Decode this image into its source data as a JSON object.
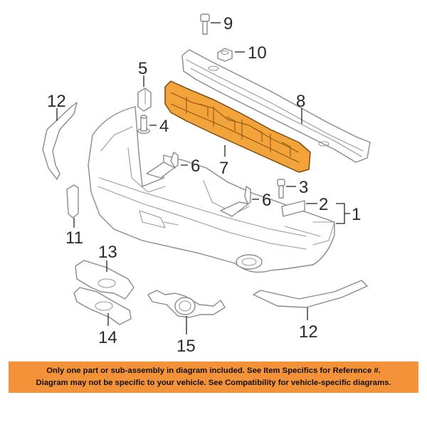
{
  "diagram": {
    "callouts": {
      "c1": "1",
      "c2": "2",
      "c3": "3",
      "c4": "4",
      "c5": "5",
      "c6a": "6",
      "c6b": "6",
      "c7": "7",
      "c8": "8",
      "c9": "9",
      "c10": "10",
      "c11": "11",
      "c12a": "12",
      "c12b": "12",
      "c13": "13",
      "c14": "14",
      "c15": "15"
    },
    "highlight_color": "#F2A33A",
    "highlighted_part": "7"
  },
  "notice": {
    "line1": "Only one part or sub-assembly in diagram included. See Item Specifics for Reference #.",
    "line2": "Diagram may not be specific to your vehicle. See Compatibility for vehicle-specific diagrams.",
    "background": "#F4923A"
  }
}
